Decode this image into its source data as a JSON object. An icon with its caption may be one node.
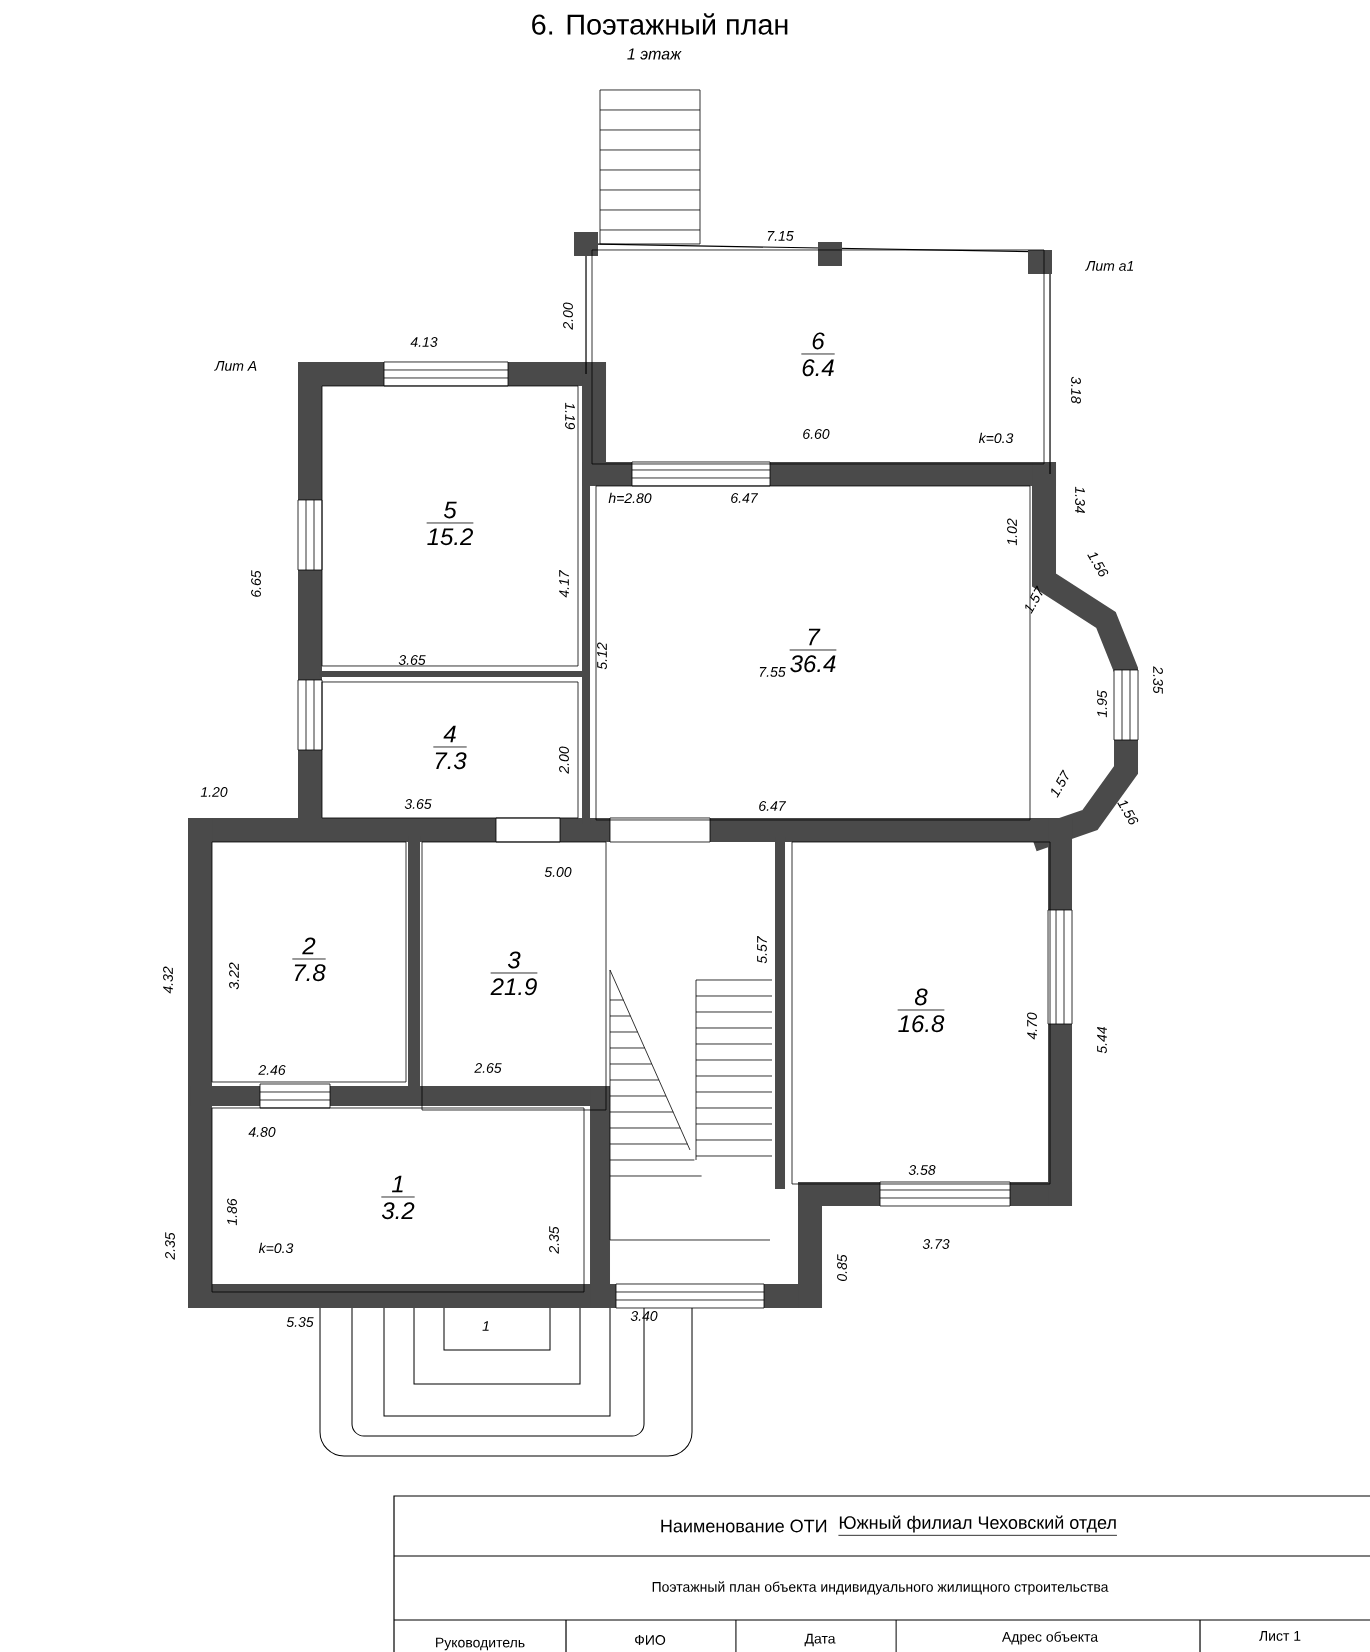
{
  "diagram": {
    "title": "6. Поэтажный план",
    "nodes": [
      {
        "text": [
          "6",
          "6.4"
        ]
      },
      {
        "text": [
          "5",
          "15.2"
        ]
      },
      {
        "text": [
          "7",
          "36.4"
        ]
      },
      {
        "text": [
          "4",
          "7.3"
        ]
      },
      {
        "text": [
          "2",
          "7.8"
        ]
      },
      {
        "text": [
          "3",
          "21.9"
        ]
      },
      {
        "text": [
          "8",
          "16.8"
        ]
      },
      {
        "text": [
          "1",
          "3.2"
        ]
      }
    ],
    "labels": [
      "1 этаж",
      "7.15",
      "Лит а1",
      "2.00",
      "3.18",
      "Лит А",
      "4.13",
      "1.19",
      "6.60",
      "k=0.3",
      "h=2.80",
      "6.47",
      "1.34",
      "1.02",
      "6.65",
      "4.17",
      "1.56",
      "1.57",
      "5.12",
      "7.55",
      "3.65",
      "2.35",
      "1.95",
      "2.00",
      "1.20",
      "3.65",
      "6.47",
      "1.57",
      "1.56",
      "5.00",
      "4.32",
      "3.22",
      "5.57",
      "4.70",
      "5.44",
      "2.46",
      "2.65",
      "4.80",
      "3.58",
      "1.86",
      "k=0.3",
      "2.35",
      "2.35",
      "3.73",
      "0.85",
      "5.35",
      "1",
      "3.40",
      "Наименование ОТИ",
      "Южный филиал Чеховский отдел",
      "Поэтажный план объекта индивидуального жилищного строительства",
      "Руководитель",
      "ФИО",
      "Дата",
      "Адрес объекта",
      "Лист 1"
    ]
  }
}
